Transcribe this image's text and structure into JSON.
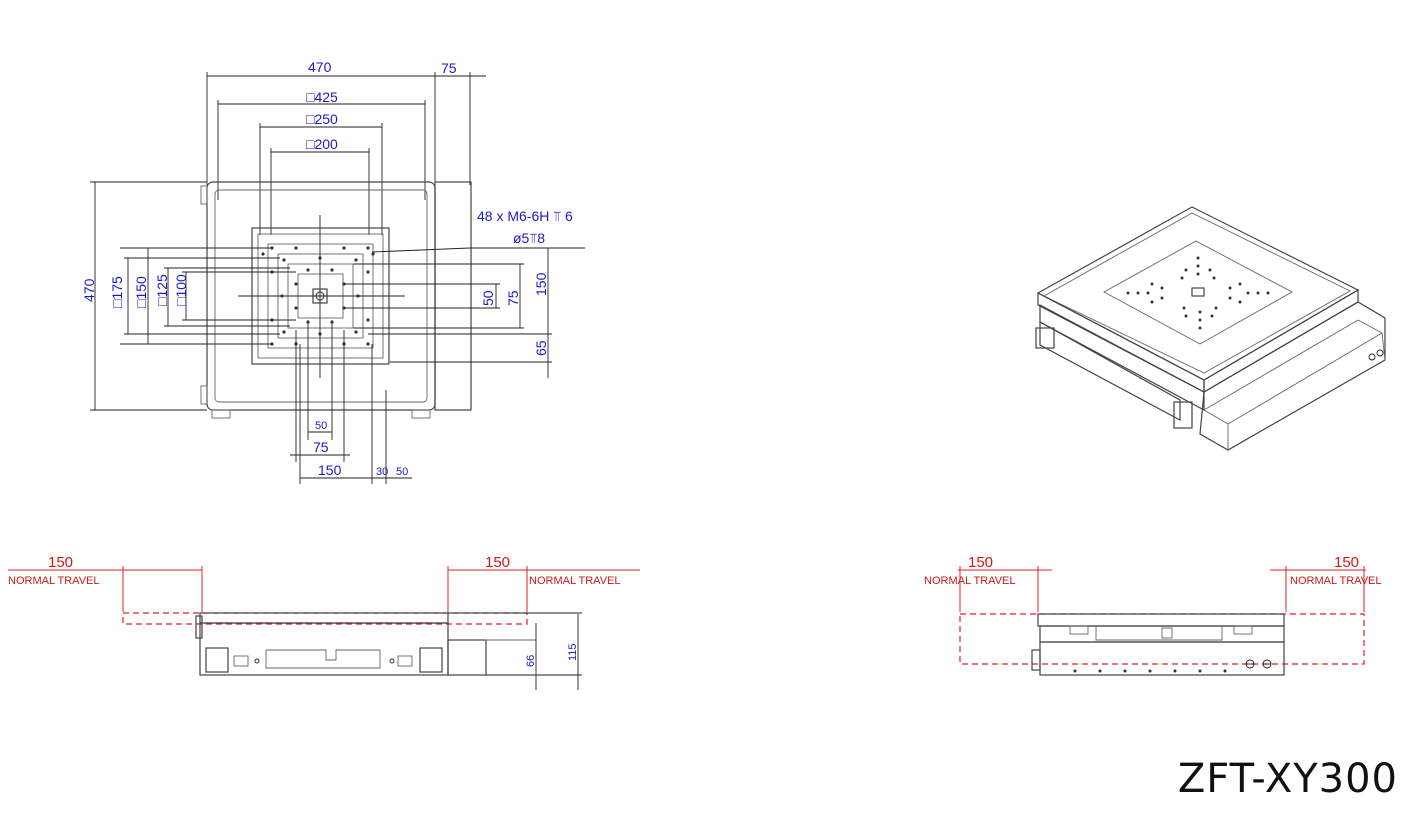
{
  "model": "ZFT-XY300",
  "top_view": {
    "dim_width": "470",
    "dim_motor": "75",
    "dim_sq425": "□425",
    "dim_sq250": "□250",
    "dim_sq200": "□200",
    "hole_note_1": "48 x M6-6H ⫪ 6",
    "hole_note_2": "ø5⫪8",
    "dim_height": "470",
    "dim_sq175": "□175",
    "dim_sq150": "□150",
    "dim_sq125": "□125",
    "dim_sq100": "□100",
    "dim_r50": "50",
    "dim_r75": "75",
    "dim_r150": "150",
    "dim_r65": "65",
    "dim_b50": "50",
    "dim_b75": "75",
    "dim_b150": "150",
    "dim_b30": "30",
    "dim_b50b": "50"
  },
  "front_view": {
    "left_travel": "150",
    "left_label": "NORMAL TRAVEL",
    "right_travel": "150",
    "right_label": "NORMAL TRAVEL",
    "dim_66": "66",
    "dim_115": "115"
  },
  "side_view": {
    "left_travel": "150",
    "left_label": "NORMAL TRAVEL",
    "right_travel": "150",
    "right_label": "NORMAL TRAVEL"
  }
}
